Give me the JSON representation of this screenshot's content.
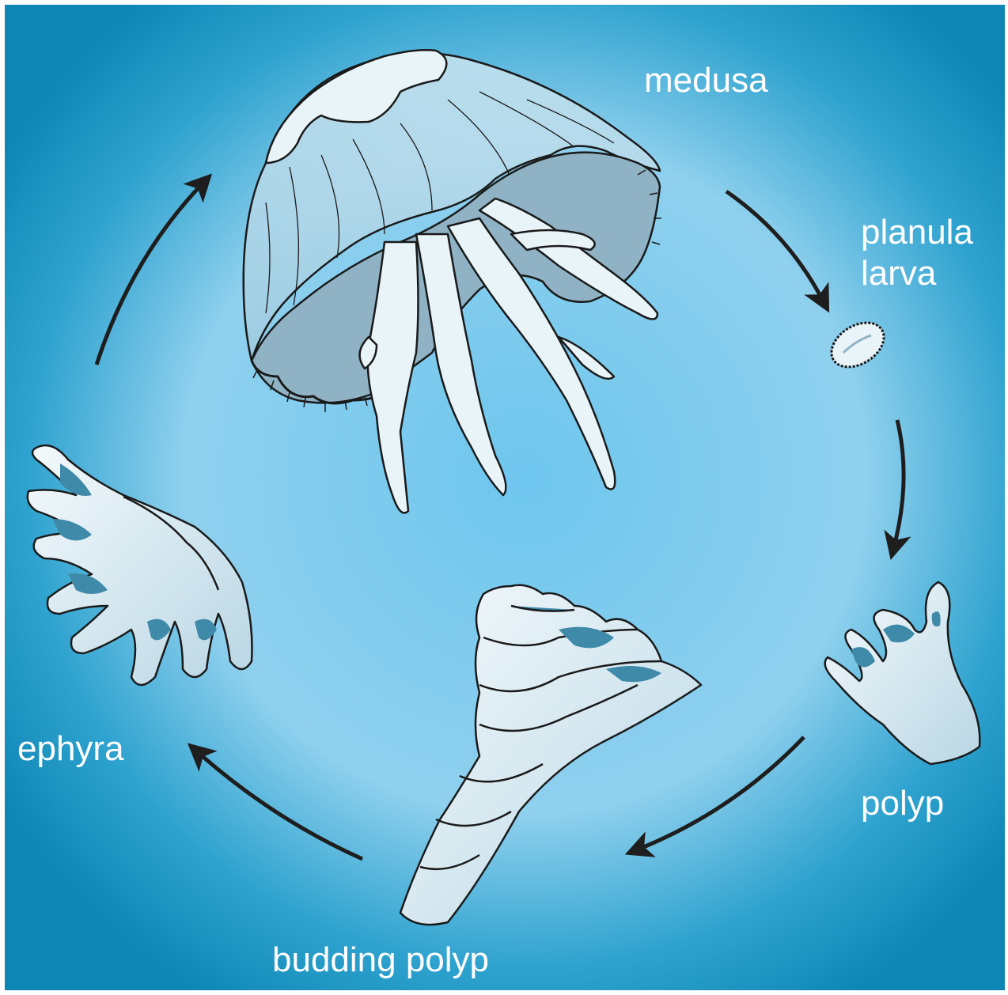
{
  "diagram": {
    "stages": {
      "medusa": "medusa",
      "planula_line1": "planula",
      "planula_line2": "larva",
      "polyp": "polyp",
      "budding_polyp": "budding polyp",
      "ephyra": "ephyra"
    },
    "colors": {
      "background_center": "#6ec6ee",
      "background_edge": "#0d86b4",
      "organism_fill": "#e6f3f8",
      "organism_shadow": "#8fb2c4",
      "outline": "#1a1a1a",
      "arrow": "#1e1e1e",
      "label": "#ffffff"
    }
  }
}
